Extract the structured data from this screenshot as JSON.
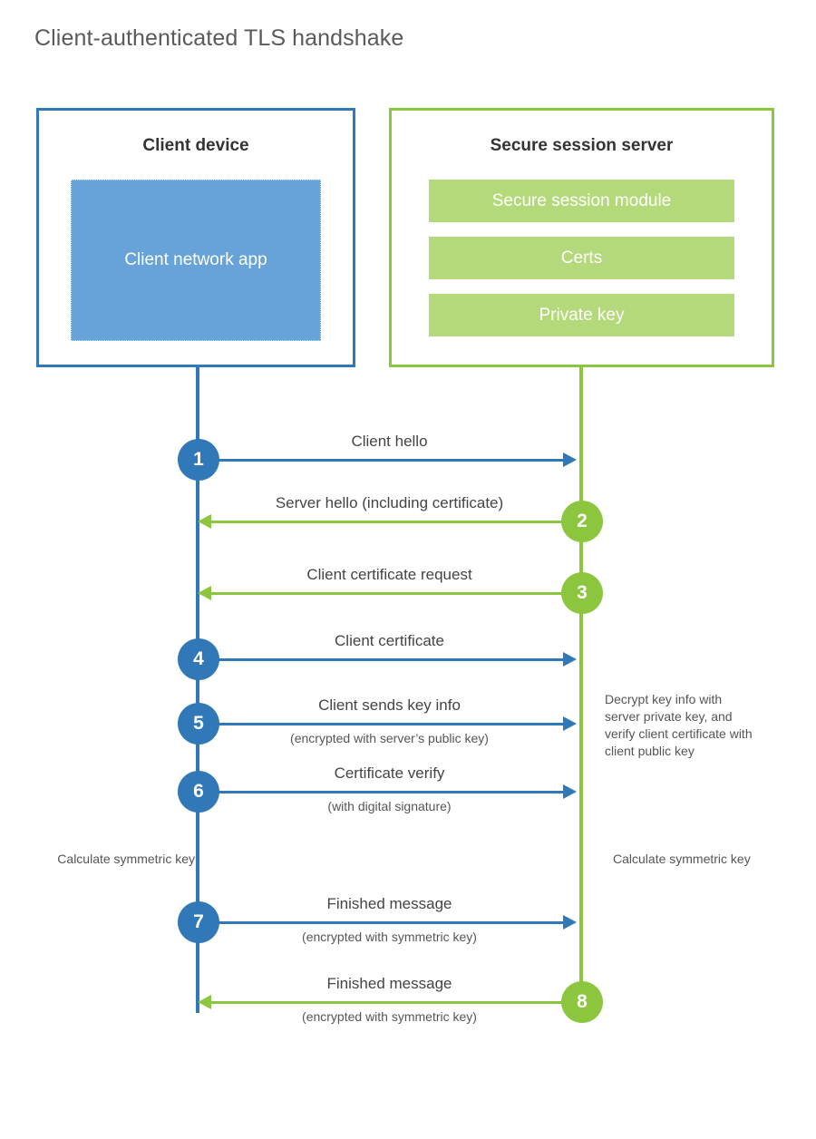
{
  "title": "Client-authenticated TLS handshake",
  "colors": {
    "client_blue": "#3178b8",
    "client_app_fill": "#67a3d9",
    "server_green": "#8cc63e",
    "server_bar_fill": "#b4d97b",
    "text_dark": "#333333",
    "text_body": "#555555",
    "background": "#ffffff"
  },
  "client_entity": {
    "title": "Client device",
    "app_label": "Client network app"
  },
  "server_entity": {
    "title": "Secure session server",
    "modules": [
      "Secure session module",
      "Certs",
      "Private key"
    ]
  },
  "steps": [
    {
      "number": "1",
      "label": "Client hello",
      "sublabel": "",
      "direction": "client-to-server",
      "color": "client_blue"
    },
    {
      "number": "2",
      "label": "Server hello (including certificate)",
      "sublabel": "",
      "direction": "server-to-client",
      "color": "server_green"
    },
    {
      "number": "3",
      "label": "Client certificate request",
      "sublabel": "",
      "direction": "server-to-client",
      "color": "server_green"
    },
    {
      "number": "4",
      "label": "Client certificate",
      "sublabel": "",
      "direction": "client-to-server",
      "color": "client_blue"
    },
    {
      "number": "5",
      "label": "Client sends key info",
      "sublabel": "(encrypted with server’s public key)",
      "direction": "client-to-server",
      "color": "client_blue"
    },
    {
      "number": "6",
      "label": "Certificate verify",
      "sublabel": "(with digital signature)",
      "direction": "client-to-server",
      "color": "client_blue"
    },
    {
      "number": "7",
      "label": "Finished message",
      "sublabel": "(encrypted with symmetric key)",
      "direction": "client-to-server",
      "color": "client_blue"
    },
    {
      "number": "8",
      "label": "Finished message",
      "sublabel": "(encrypted with symmetric key)",
      "direction": "server-to-client",
      "color": "server_green"
    }
  ],
  "annotations": {
    "server_decrypt_note": "Decrypt key info with server private key, and verify client certificate with client public key",
    "client_calculate_note": "Calculate symmetric key",
    "server_calculate_note": "Calculate symmetric key"
  }
}
